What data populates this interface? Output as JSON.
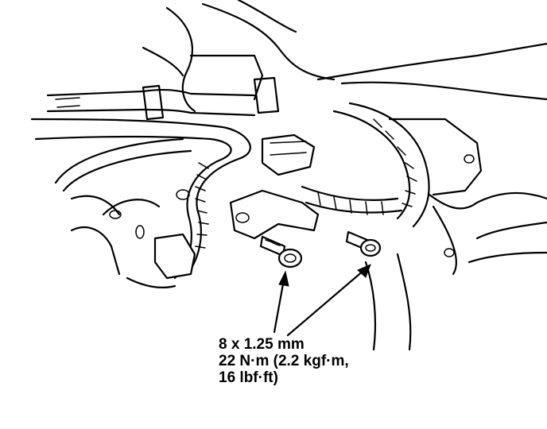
{
  "callout": {
    "line1": "8 x 1.25 mm",
    "line2": "22 N·m (2.2 kgf·m,",
    "line3": "16 lbf·ft)"
  },
  "colors": {
    "ink": "#000000",
    "paper": "#ffffff"
  },
  "parts": {
    "bolts": [
      "bolt-left",
      "bolt-right"
    ],
    "icons": [
      "arrow-icon",
      "arrow-icon"
    ]
  }
}
